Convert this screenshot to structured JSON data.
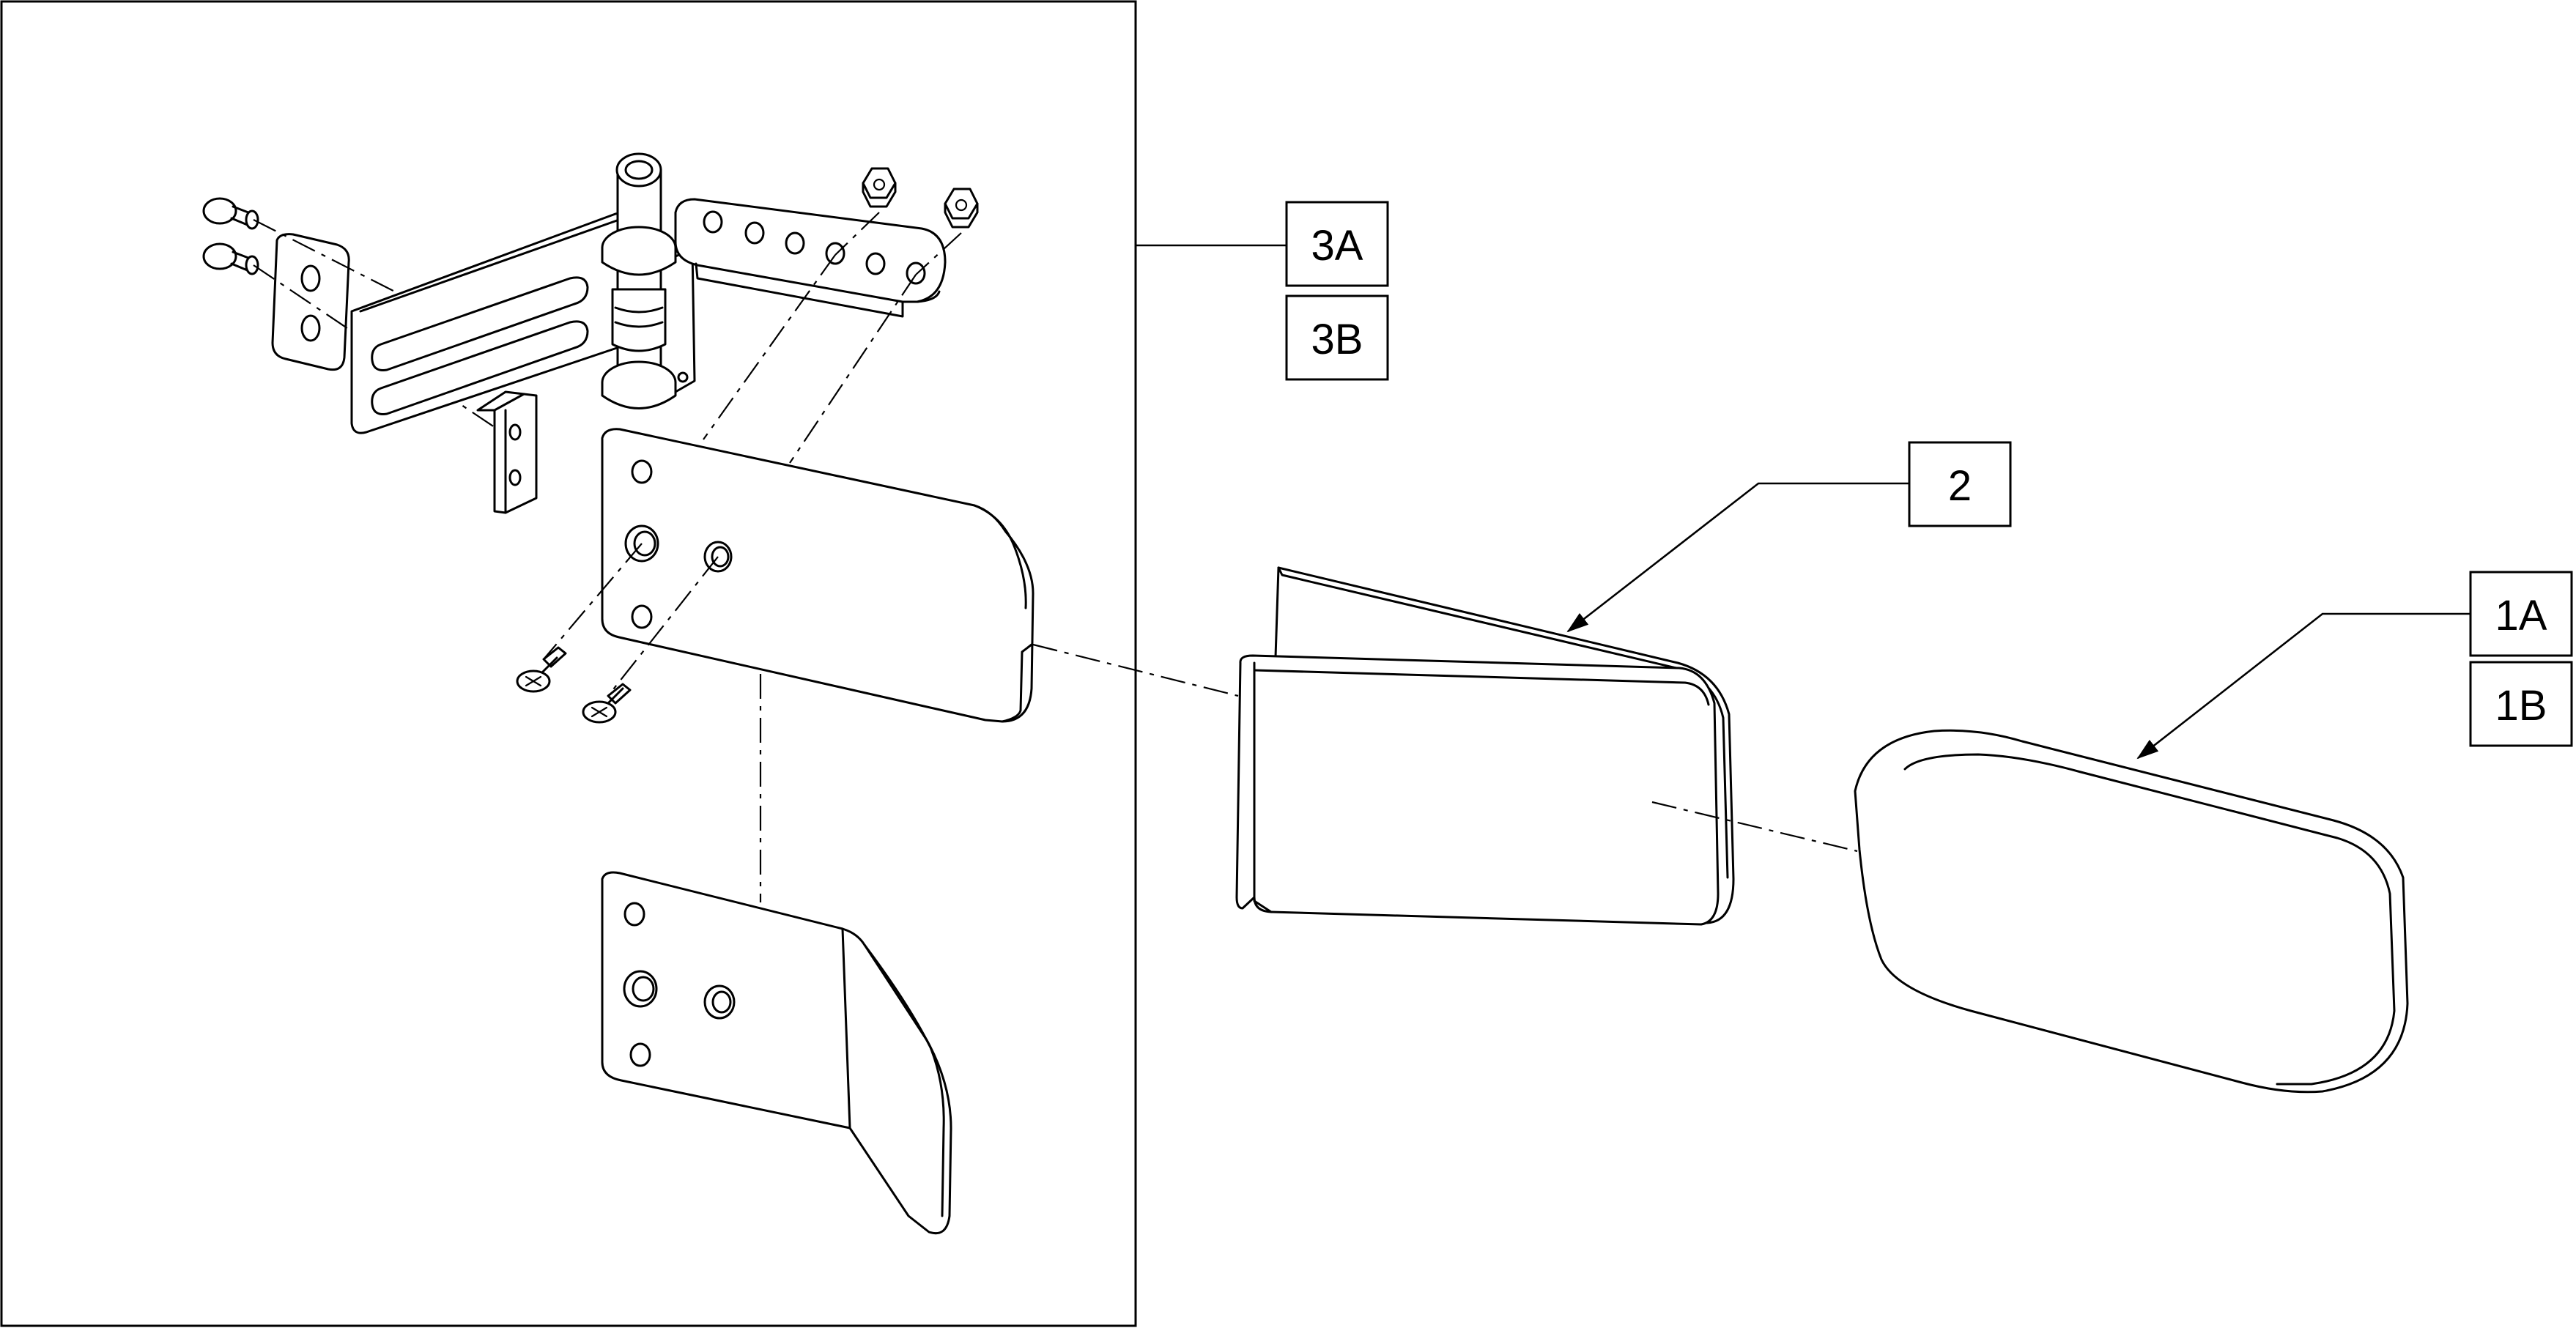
{
  "callouts": {
    "c3a": "3A",
    "c3b": "3B",
    "c2": "2",
    "c1a": "1A",
    "c1b": "1B"
  }
}
